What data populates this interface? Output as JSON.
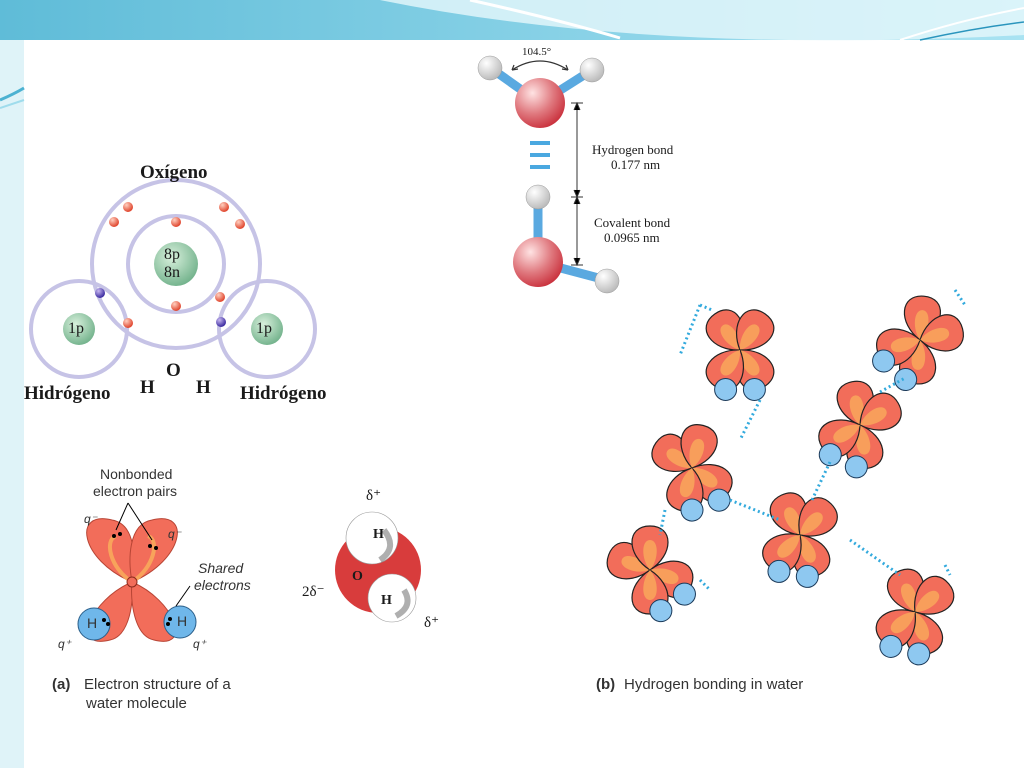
{
  "atom_diagram": {
    "title": "Oxígeno",
    "nucleus_protons": "8p",
    "nucleus_neutrons": "8n",
    "hydrogen_left_nucleus": "1p",
    "hydrogen_right_nucleus": "1p",
    "hydrogen_left_label": "Hidrógeno",
    "hydrogen_right_label": "Hidrógeno",
    "formula_o": "O",
    "formula_h_left": "H",
    "formula_h_right": "H"
  },
  "bond_diagram": {
    "angle": "104.5°",
    "hydrogen_bond_label": "Hydrogen bond",
    "hydrogen_bond_length": "0.177 nm",
    "covalent_bond_label": "Covalent bond",
    "covalent_bond_length": "0.0965 nm"
  },
  "electron_structure": {
    "nonbonded_label_1": "Nonbonded",
    "nonbonded_label_2": "electron pairs",
    "shared_label_1": "Shared",
    "shared_label_2": "electrons",
    "q_minus_left": "q⁻",
    "q_minus_right": "q⁻",
    "q_plus_left": "q⁺",
    "q_plus_right": "q⁺",
    "h_left": "H",
    "h_right": "H",
    "caption_tag": "(a)",
    "caption_line1": "Electron structure of a",
    "caption_line2": "water molecule"
  },
  "polar_molecule": {
    "delta_plus_top": "δ⁺",
    "delta_plus_bottom": "δ⁺",
    "two_delta_minus": "2δ⁻",
    "o_label": "O",
    "h_top": "H",
    "h_bottom": "H"
  },
  "hbond_network": {
    "caption_tag": "(b)",
    "caption": "Hydrogen bonding in water"
  },
  "colors": {
    "lobe": "#f26d5a",
    "lobe_inner": "#f8a35b",
    "hydrogen": "#8ec8f0",
    "hbond": "#33aadd",
    "orbit": "#c9c9e8",
    "banner": "#7fcfe6"
  }
}
